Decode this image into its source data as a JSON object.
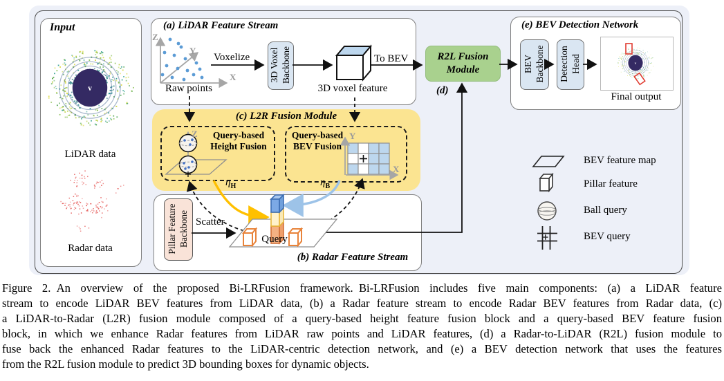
{
  "input_panel": {
    "title": "Input",
    "lidar_label": "LiDAR data",
    "radar_label": "Radar data"
  },
  "lidar_stream": {
    "title": "(a) LiDAR Feature Stream",
    "axes": {
      "z": "Z",
      "y": "Y",
      "x": "X"
    },
    "raw_points_label": "Raw points",
    "voxelize_label": "Voxelize",
    "backbone_lines": [
      "3D Voxel",
      "Backbone"
    ],
    "voxel_feature_label": "3D voxel feature",
    "to_bev_label": "To BEV"
  },
  "l2r_module": {
    "title": "(c) L2R Fusion Module",
    "height_fusion_lines": [
      "Query-based",
      "Height Fusion"
    ],
    "bev_fusion_lines": [
      "Query-based",
      "BEV Fusion"
    ],
    "axes": {
      "z": "Z",
      "y": "Y",
      "x": "X"
    },
    "eta_h": {
      "symbol": "η",
      "sub": "H"
    },
    "eta_b": {
      "symbol": "η",
      "sub": "B"
    }
  },
  "radar_stream": {
    "title": "(b) Radar Feature Stream",
    "backbone_lines": [
      "Pillar Feature",
      "Backbone"
    ],
    "scatter_label": "Scatter",
    "query_label": "Query"
  },
  "r2l_module": {
    "title_lines": [
      "R2L Fusion",
      "Module"
    ],
    "d_label": "(d)"
  },
  "bev_network": {
    "title": "(e) BEV Detection Network",
    "backbone_lines": [
      "BEV",
      "Backbone"
    ],
    "head_lines": [
      "Detection",
      "Head"
    ],
    "final_output_label": "Final output"
  },
  "legend": {
    "items": [
      {
        "icon": "bev-feature-map-icon",
        "label": "BEV feature map"
      },
      {
        "icon": "pillar-feature-icon",
        "label": "Pillar feature"
      },
      {
        "icon": "ball-query-icon",
        "label": "Ball query"
      },
      {
        "icon": "bev-query-icon",
        "label": "BEV query"
      }
    ]
  },
  "caption": {
    "lines": [
      "Figure 2. An overview of the proposed Bi-LRFusion framework. Bi-LRFusion includes five main components: (a) a LiDAR feature",
      "stream to encode LiDAR BEV features from LiDAR data, (b) a Radar feature stream to encode Radar BEV features from Radar data, (c)",
      "a LiDAR-to-Radar (L2R) fusion module composed of a query-based height feature fusion block and a query-based BEV feature fusion",
      "block, in which we enhance Radar features from LiDAR raw points and LiDAR features, (d) a Radar-to-LiDAR (R2L) fusion module to",
      "fuse back the enhanced Radar features to the LiDAR-centric detection network, and (e) a BEV detection network that uses the features",
      "from the R2L fusion module to predict 3D bounding boxes for dynamic objects."
    ]
  },
  "colors": {
    "figure_background": "#edf0f8",
    "l2r_yellow": "#FBE491",
    "r2l_green": "#A9D18E",
    "backbone_blue": "#DAE6F2",
    "pillar_backbone_pink": "#F9E3D8",
    "grid_blue": "#BDD7EE",
    "eta_h_arrow": "#FFC000",
    "eta_b_arrow": "#9DC3E8",
    "pillar_orange": "#E8833A",
    "radar_points_red": "#E4514F"
  }
}
